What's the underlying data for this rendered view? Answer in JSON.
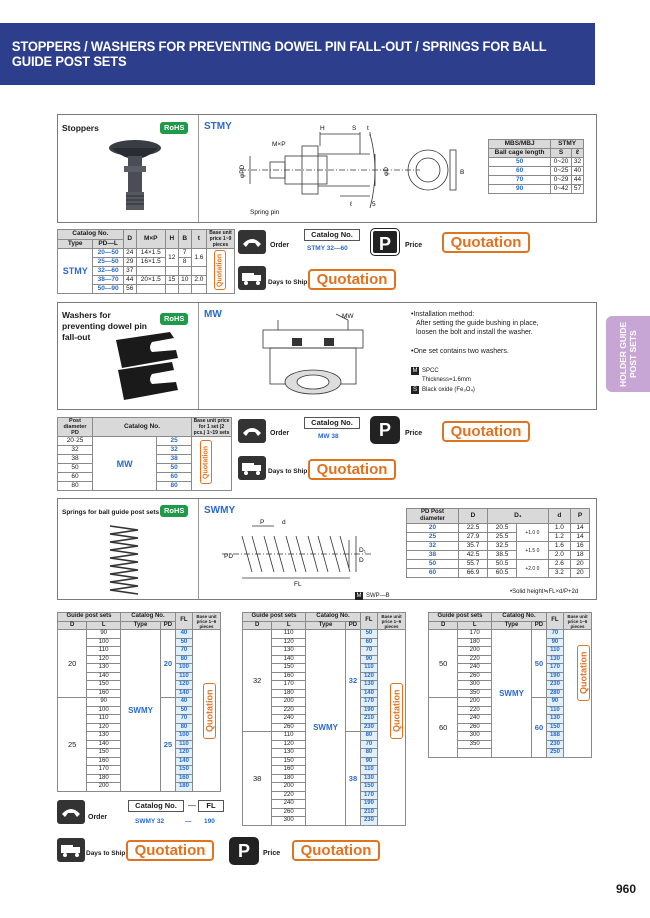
{
  "header": {
    "title": "STOPPERS / WASHERS FOR PREVENTING DOWEL PIN FALL-OUT / SPRINGS FOR BALL GUIDE POST SETS"
  },
  "side_tab": {
    "label": "HOLDER GUIDE POST SETS"
  },
  "page_number": "960",
  "common": {
    "order": "Order",
    "price": "Price",
    "days_to_ship": "Days to Ship",
    "quotation": "Quotation",
    "catalog_no": "Catalog No.",
    "rohs": "RoHS"
  },
  "stoppers": {
    "title": "Stoppers",
    "series": "STMY",
    "dims": {
      "mxp": "M×P",
      "h": "H",
      "s": "S",
      "l": "ℓ",
      "b": "B",
      "pd": "φPD",
      "d": "φD",
      "t": "t",
      "five": "5",
      "spring_pin": "Spring pin"
    },
    "cage_table": {
      "headers": [
        "MBS/MBJ",
        "STMY",
        "Ball cage length",
        "S",
        "ℓ"
      ],
      "rows": [
        [
          "50",
          "0~20",
          "32"
        ],
        [
          "60",
          "0~25",
          "40"
        ],
        [
          "70",
          "0~29",
          "44"
        ],
        [
          "90",
          "0~42",
          "57"
        ]
      ]
    },
    "table": {
      "headers": [
        "Catalog No.",
        "Type",
        "PD—L",
        "D",
        "M×P",
        "H",
        "B",
        "t",
        "Base unit price 1~9 pieces"
      ],
      "type": "STMY",
      "rows": [
        [
          "20—50",
          "24",
          "14×1.5",
          "12",
          "7",
          "1.6"
        ],
        [
          "25—50",
          "29",
          "16×1.5",
          "",
          "8",
          ""
        ],
        [
          "32—60",
          "37",
          "",
          "",
          "",
          ""
        ],
        [
          "38—70",
          "44",
          "20×1.5",
          "15",
          "10",
          "2.0"
        ],
        [
          "50—90",
          "56",
          "",
          "",
          "",
          ""
        ]
      ]
    },
    "order_example": "STMY 32—60"
  },
  "washers": {
    "title": "Washers for preventing dowel pin fall-out",
    "series": "MW",
    "mw_label": "MW",
    "notes": [
      "•Installation method:",
      "After setting the guide bushing in place,",
      "loosen the bolt and install the washer.",
      "•One set contains two washers."
    ],
    "material": {
      "m": "M",
      "spcc": "SPCC",
      "thickness": "Thickness=1.6mm",
      "s": "S",
      "black_oxide": "Black oxide (Fe₃O₄)"
    },
    "table": {
      "headers": [
        "Post diameter PD",
        "Catalog No.",
        "Base unit price for 1 set (2 pcs.) 1~19 sets"
      ],
      "type": "MW",
      "rows": [
        [
          "20·25",
          "25"
        ],
        [
          "32",
          "32"
        ],
        [
          "38",
          "38"
        ],
        [
          "50",
          "50"
        ],
        [
          "60",
          "60"
        ],
        [
          "80",
          "80"
        ]
      ]
    },
    "order_example": "MW 38"
  },
  "springs": {
    "title": "Springs for ball guide post sets",
    "series": "SWMY",
    "dims": {
      "p": "P",
      "d": "d",
      "pd": "PD",
      "fl": "FL",
      "d1": "D₁",
      "dD": "D"
    },
    "spec_table": {
      "headers": [
        "PD Post diameter",
        "D",
        "D₁",
        "",
        "d",
        "P"
      ],
      "rows": [
        [
          "20",
          "22.5",
          "20.5",
          "+1.0 0",
          "1.0",
          "14"
        ],
        [
          "25",
          "27.9",
          "25.5",
          "",
          "1.2",
          "14"
        ],
        [
          "32",
          "35.7",
          "32.5",
          "+1.5 0",
          "1.6",
          "16"
        ],
        [
          "38",
          "42.5",
          "38.5",
          "",
          "2.0",
          "18"
        ],
        [
          "50",
          "55.7",
          "50.5",
          "+2.0 0",
          "2.6",
          "20"
        ],
        [
          "60",
          "66.9",
          "60.5",
          "",
          "3.2",
          "20"
        ]
      ]
    },
    "solid_height": "•Solid height≒FL×d/P+2d",
    "material": "SWP—B",
    "material_m": "M",
    "table_headers": [
      "Guide post sets",
      "Catalog No.",
      "FL",
      "Base unit price 1~6 pieces",
      "D",
      "L",
      "Type",
      "PD"
    ],
    "type": "SWMY",
    "table1": {
      "groups": [
        {
          "d": "20",
          "pd": "20",
          "rows": [
            [
              "90",
              "40"
            ],
            [
              "100",
              "50"
            ],
            [
              "110",
              "70"
            ],
            [
              "120",
              "80"
            ],
            [
              "130",
              "100"
            ],
            [
              "140",
              "110"
            ],
            [
              "150",
              "120"
            ],
            [
              "160",
              "140"
            ]
          ]
        },
        {
          "d": "25",
          "pd": "25",
          "rows": [
            [
              "90",
              "40"
            ],
            [
              "100",
              "50"
            ],
            [
              "110",
              "70"
            ],
            [
              "120",
              "80"
            ],
            [
              "130",
              "100"
            ],
            [
              "140",
              "110"
            ],
            [
              "150",
              "120"
            ],
            [
              "160",
              "140"
            ],
            [
              "170",
              "150"
            ],
            [
              "180",
              "160"
            ],
            [
              "200",
              "180"
            ]
          ]
        }
      ]
    },
    "table2": {
      "groups": [
        {
          "d": "32",
          "pd": "32",
          "rows": [
            [
              "110",
              "50"
            ],
            [
              "120",
              "60"
            ],
            [
              "130",
              "70"
            ],
            [
              "140",
              "90"
            ],
            [
              "150",
              "110"
            ],
            [
              "160",
              "120"
            ],
            [
              "170",
              "130"
            ],
            [
              "180",
              "140"
            ],
            [
              "200",
              "170"
            ],
            [
              "220",
              "190"
            ],
            [
              "240",
              "210"
            ],
            [
              "260",
              "230"
            ]
          ]
        },
        {
          "d": "38",
          "pd": "38",
          "rows": [
            [
              "110",
              "80"
            ],
            [
              "120",
              "70"
            ],
            [
              "130",
              "80"
            ],
            [
              "150",
              "90"
            ],
            [
              "160",
              "110"
            ],
            [
              "180",
              "130"
            ],
            [
              "200",
              "150"
            ],
            [
              "220",
              "170"
            ],
            [
              "240",
              "190"
            ],
            [
              "260",
              "210"
            ],
            [
              "300",
              "230"
            ]
          ]
        }
      ]
    },
    "table3": {
      "groups": [
        {
          "d": "50",
          "pd": "50",
          "rows": [
            [
              "170",
              "70"
            ],
            [
              "180",
              "90"
            ],
            [
              "200",
              "110"
            ],
            [
              "220",
              "130"
            ],
            [
              "240",
              "170"
            ],
            [
              "260",
              "190"
            ],
            [
              "300",
              "230"
            ],
            [
              "350",
              "280"
            ]
          ]
        },
        {
          "d": "60",
          "pd": "60",
          "rows": [
            [
              "200",
              "90"
            ],
            [
              "220",
              "110"
            ],
            [
              "240",
              "130"
            ],
            [
              "260",
              "150"
            ],
            [
              "300",
              "188"
            ],
            [
              "350",
              "230"
            ],
            [
              "",
              "250"
            ]
          ]
        }
      ]
    },
    "order": {
      "catalog_no": "Catalog No.",
      "dash": "—",
      "fl": "FL",
      "example_type": "SWMY 32",
      "example_dash": "—",
      "example_fl": "190"
    }
  }
}
